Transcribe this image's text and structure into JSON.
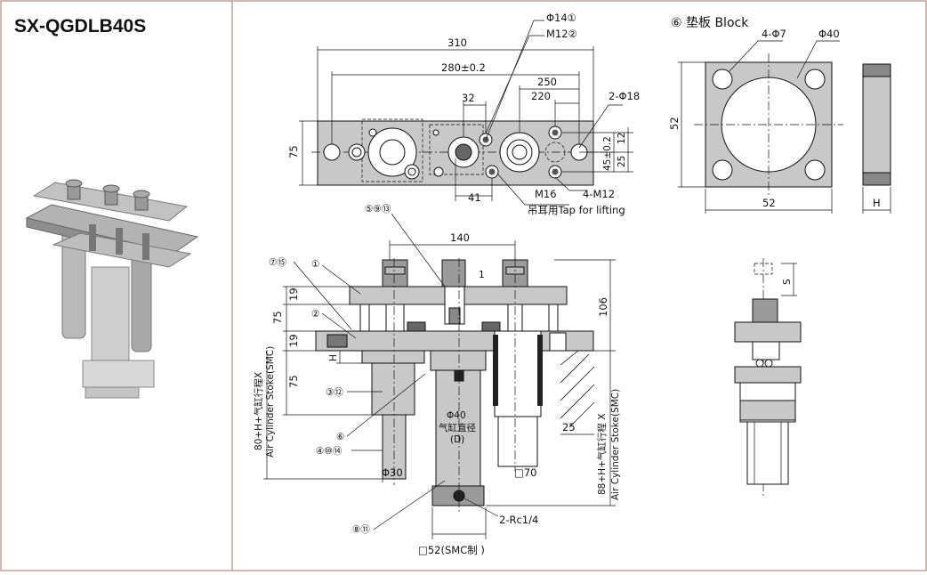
{
  "model": "SX-QGDLB40S",
  "top_view": {
    "callout_phi14": "Φ14①",
    "callout_m12": "M12②",
    "dim_310": "310",
    "dim_280": "280±0.2",
    "dim_32": "32",
    "dim_220": "220",
    "dim_250": "250",
    "dim_2phi18": "2-Φ18",
    "dim_75": "75",
    "dim_45": "45±0.2",
    "dim_12": "12",
    "dim_25": "25",
    "dim_41": "41",
    "label_m16": "M16",
    "label_4m12": "4-M12",
    "label_lifting": "吊耳用Tap for lifting"
  },
  "block_view": {
    "title": "⑥ 垫板 Block",
    "label_4phi7": "4-Φ7",
    "label_phi40": "Φ40",
    "dim_52_v": "52",
    "dim_52_h": "52",
    "dim_h": "H"
  },
  "front_view": {
    "callout_5_9_13": "⑤⑨⑬",
    "callout_7_15": "⑦⑮",
    "callout_1": "①",
    "callout_2": "②",
    "callout_3_12": "③⑫",
    "callout_6": "⑥",
    "callout_4_10_14": "④⑩⑭",
    "callout_8_11": "⑧⑪",
    "dim_140": "140",
    "dim_1": "1",
    "dim_19a": "19",
    "dim_75a": "75",
    "dim_19b": "19",
    "dim_h": "H",
    "dim_75b": "75",
    "dim_106": "106",
    "stroke_left_1": "80+H+气缸行程X",
    "stroke_left_2": "Air Cylinder Stoke(SMC)",
    "stroke_right_1": "88+H+气缸行程 X",
    "stroke_right_2": "Air Cylinder Stoke(SMC)",
    "cyl_1": "Φ40",
    "cyl_2": "气缸直径",
    "cyl_3": "(D)",
    "dim_phi30": "Φ30",
    "dim_sq70": "□70",
    "dim_25": "25",
    "port": "2-Rc1/4",
    "dim_sq52": "□52(SMC制 )"
  },
  "side_view": {
    "dim_s": "S"
  }
}
